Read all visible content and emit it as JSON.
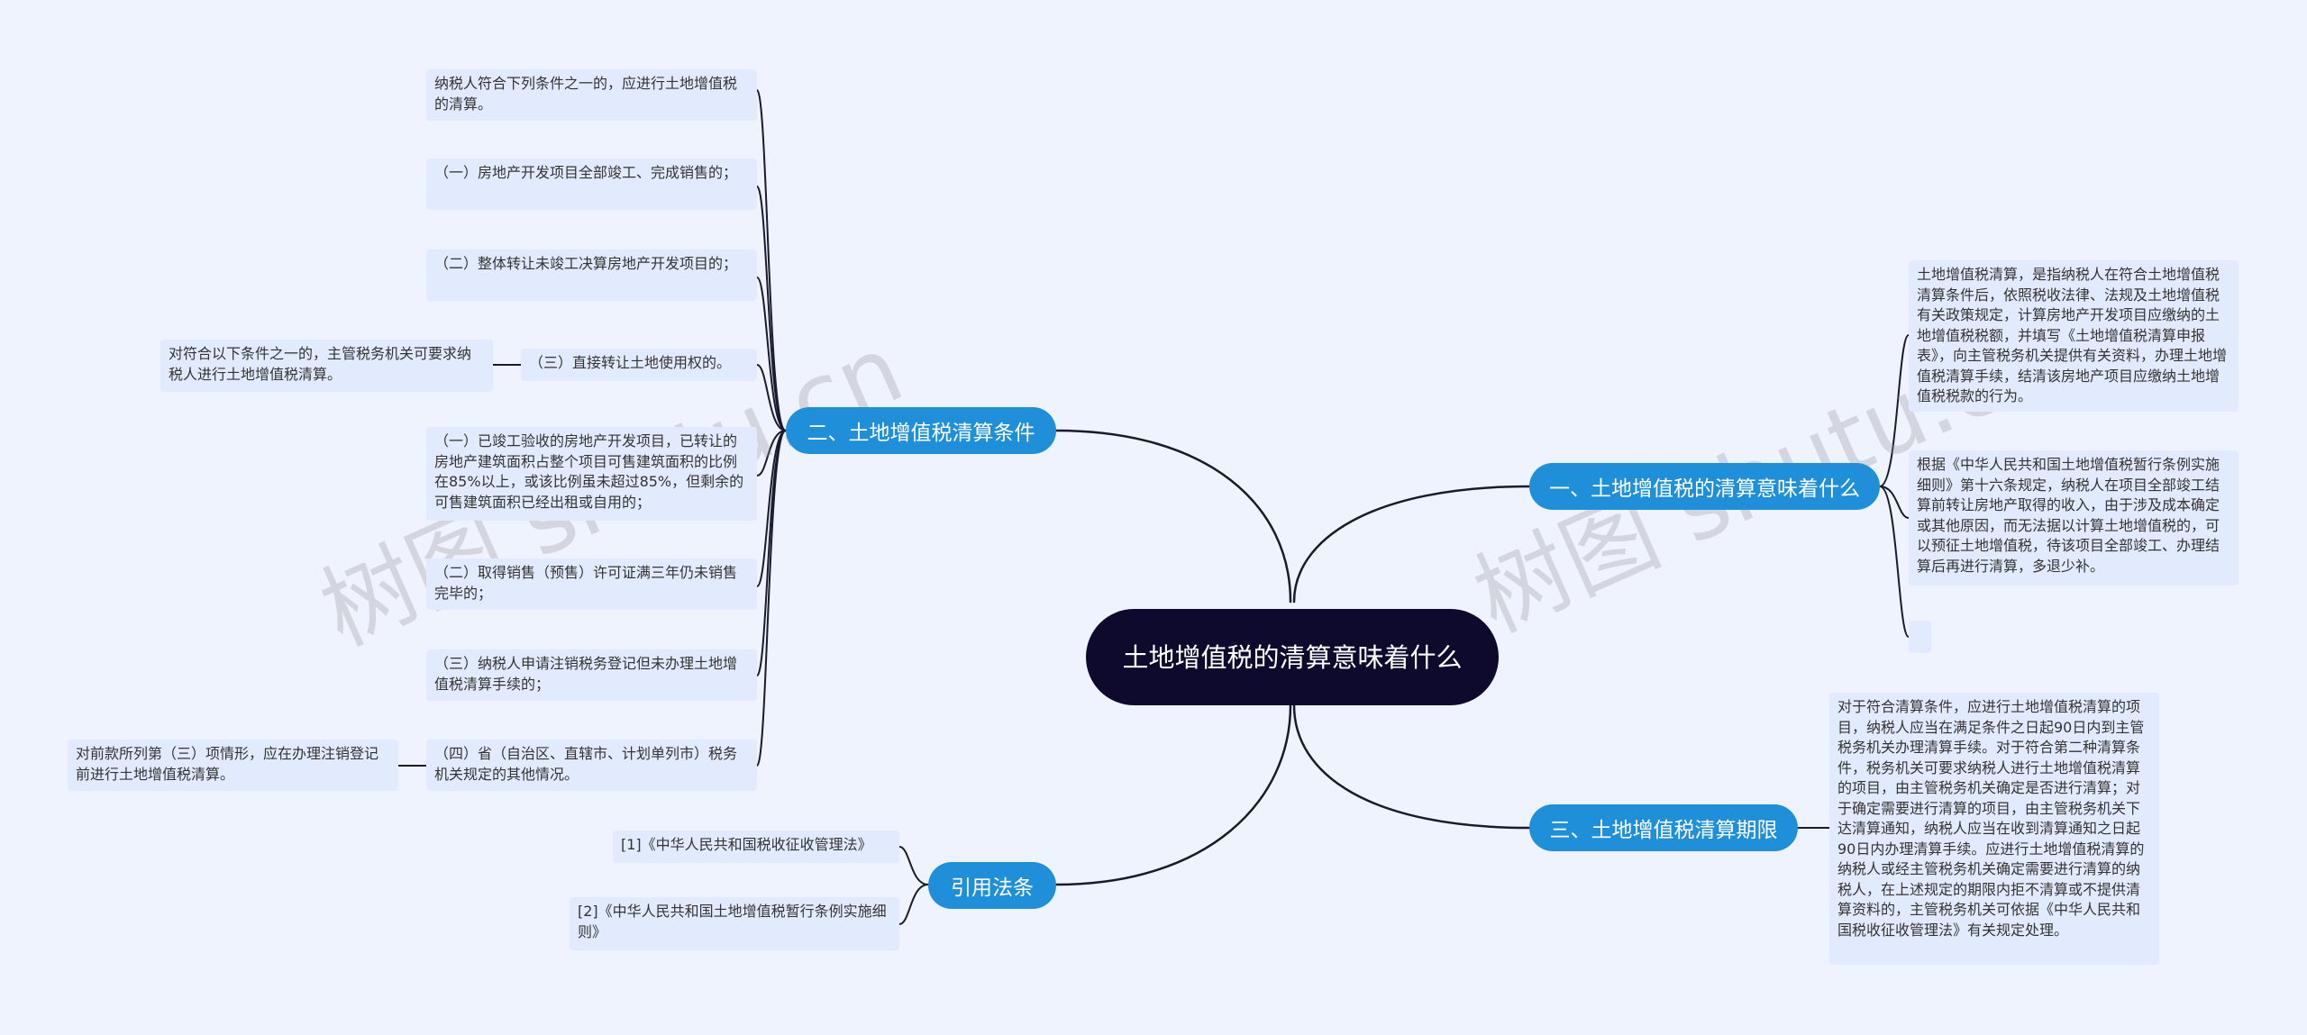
{
  "root": "土地增值税的清算意味着什么",
  "branches": {
    "meaning": "一、土地增值税的清算意味着什么",
    "conditions": "二、土地增值税清算条件",
    "deadline": "三、土地增值税清算期限",
    "laws": "引用法条"
  },
  "leaves": {
    "m1": "土地增值税清算，是指纳税人在符合土地增值税清算条件后，依照税收法律、法规及土地增值税有关政策规定，计算房地产开发项目应缴纳的土地增值税税额，并填写《土地增值税清算申报表》，向主管税务机关提供有关资料，办理土地增值税清算手续，结清该房地产项目应缴纳土地增值税税款的行为。",
    "m2": "根据《中华人民共和国土地增值税暂行条例实施细则》第十六条规定，纳税人在项目全部竣工结算前转让房地产取得的收入，由于涉及成本确定或其他原因，而无法据以计算土地增值税的，可以预征土地增值税，待该项目全部竣工、办理结算后再进行清算，多退少补。",
    "m3": "",
    "c1": "纳税人符合下列条件之一的，应进行土地增值税的清算。",
    "c2": "（一）房地产开发项目全部竣工、完成销售的；",
    "c3": "（二）整体转让未竣工决算房地产开发项目的；",
    "c4": "（三）直接转让土地使用权的。",
    "c4sub": "对符合以下条件之一的，主管税务机关可要求纳税人进行土地增值税清算。",
    "c5": "（一）已竣工验收的房地产开发项目，已转让的房地产建筑面积占整个项目可售建筑面积的比例在85%以上，或该比例虽未超过85%，但剩余的可售建筑面积已经出租或自用的；",
    "c6": "（二）取得销售（预售）许可证满三年仍未销售完毕的；",
    "c7": "（三）纳税人申请注销税务登记但未办理土地增值税清算手续的；",
    "c8": "（四）省（自治区、直辖市、计划单列市）税务机关规定的其他情况。",
    "c8sub": "对前款所列第（三）项情形，应在办理注销登记前进行土地增值税清算。",
    "d1": "对于符合清算条件，应进行土地增值税清算的项目，纳税人应当在满足条件之日起90日内到主管税务机关办理清算手续。对于符合第二种清算条件，税务机关可要求纳税人进行土地增值税清算的项目，由主管税务机关确定是否进行清算；对于确定需要进行清算的项目，由主管税务机关下达清算通知，纳税人应当在收到清算通知之日起90日内办理清算手续。应进行土地增值税清算的纳税人或经主管税务机关确定需要进行清算的纳税人，在上述规定的期限内拒不清算或不提供清算资料的，主管税务机关可依据《中华人民共和国税收征收管理法》有关规定处理。",
    "l1": "[1]《中华人民共和国税收征收管理法》",
    "l2": "[2]《中华人民共和国土地增值税暂行条例实施细则》"
  },
  "watermark": "树图 shutu.cn",
  "colors": {
    "background": "#eef3fe",
    "root": "#0d0a2e",
    "branch": "#1f8fda",
    "leaf": "#e2ebfd",
    "line": "#1a1a2e"
  }
}
